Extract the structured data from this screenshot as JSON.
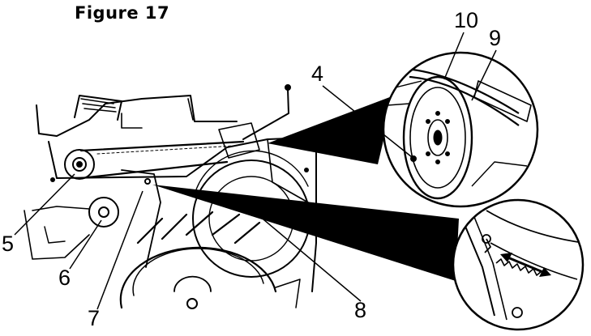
{
  "figure": {
    "title": "Figure  17"
  },
  "callouts": [
    {
      "id": "4",
      "label": "4"
    },
    {
      "id": "5",
      "label": "5"
    },
    {
      "id": "6",
      "label": "6"
    },
    {
      "id": "7",
      "label": "7"
    },
    {
      "id": "8",
      "label": "8"
    },
    {
      "id": "9",
      "label": "9"
    },
    {
      "id": "10",
      "label": "10"
    }
  ],
  "colors": {
    "ink": "#000000",
    "paper": "#ffffff"
  }
}
